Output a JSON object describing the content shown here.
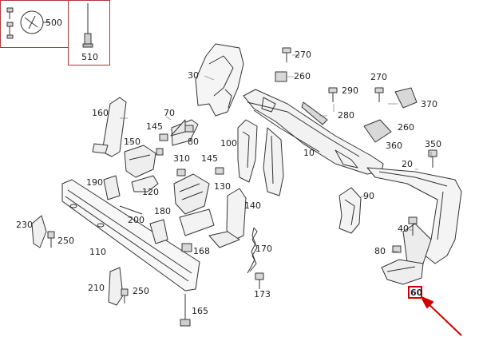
{
  "accent_color": "#b0363b",
  "highlight_color": "#d00000",
  "inset_labels": {
    "p500": "500",
    "p510": "510"
  },
  "labels": {
    "p10": "10",
    "p20": "20",
    "p30": "30",
    "p40": "40",
    "p70": "70",
    "p80a": "80",
    "p80b": "80",
    "p90": "90",
    "p100": "100",
    "p110": "110",
    "p120": "120",
    "p130": "130",
    "p140": "140",
    "p145a": "145",
    "p145b": "145",
    "p150": "150",
    "p160": "160",
    "p165": "165",
    "p168": "168",
    "p170": "170",
    "p173": "173",
    "p180": "180",
    "p190": "190",
    "p200": "200",
    "p210": "210",
    "p230": "230",
    "p250a": "250",
    "p250b": "250",
    "p260a": "260",
    "p260b": "260",
    "p270a": "270",
    "p270b": "270",
    "p280": "280",
    "p290": "290",
    "p310": "310",
    "p350": "350",
    "p360": "360",
    "p370": "370"
  },
  "highlighted_part": "60"
}
